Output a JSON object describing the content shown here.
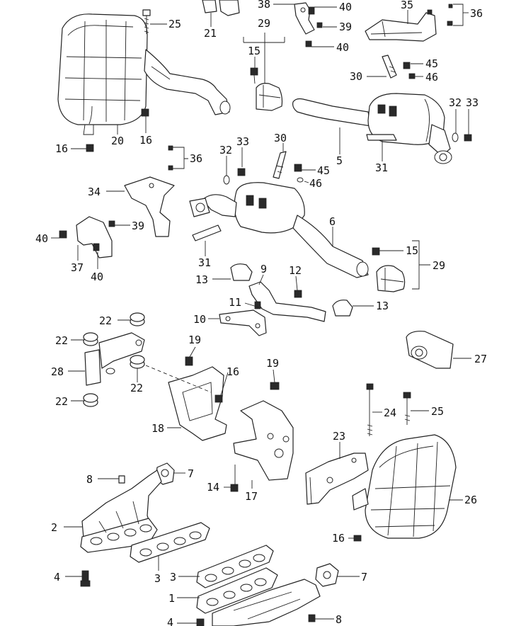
{
  "diagram": {
    "callouts": [
      {
        "id": "c25a",
        "label": "25"
      },
      {
        "id": "c21",
        "label": "21"
      },
      {
        "id": "c38",
        "label": "38"
      },
      {
        "id": "c40a",
        "label": "40"
      },
      {
        "id": "c39a",
        "label": "39"
      },
      {
        "id": "c40b",
        "label": "40"
      },
      {
        "id": "c35",
        "label": "35"
      },
      {
        "id": "c36a",
        "label": "36"
      },
      {
        "id": "c29a",
        "label": "29"
      },
      {
        "id": "c15a",
        "label": "15"
      },
      {
        "id": "c45a",
        "label": "45"
      },
      {
        "id": "c30a",
        "label": "30"
      },
      {
        "id": "c46a",
        "label": "46"
      },
      {
        "id": "c32a",
        "label": "32"
      },
      {
        "id": "c33a",
        "label": "33"
      },
      {
        "id": "c16a",
        "label": "16"
      },
      {
        "id": "c20",
        "label": "20"
      },
      {
        "id": "c16b",
        "label": "16"
      },
      {
        "id": "c5",
        "label": "5"
      },
      {
        "id": "c31a",
        "label": "31"
      },
      {
        "id": "c36b",
        "label": "36"
      },
      {
        "id": "c32b",
        "label": "32"
      },
      {
        "id": "c33b",
        "label": "33"
      },
      {
        "id": "c30b",
        "label": "30"
      },
      {
        "id": "c45b",
        "label": "45"
      },
      {
        "id": "c46b",
        "label": "46"
      },
      {
        "id": "c34",
        "label": "34"
      },
      {
        "id": "c40c",
        "label": "40"
      },
      {
        "id": "c39b",
        "label": "39"
      },
      {
        "id": "c37",
        "label": "37"
      },
      {
        "id": "c40d",
        "label": "40"
      },
      {
        "id": "c6",
        "label": "6"
      },
      {
        "id": "c15b",
        "label": "15"
      },
      {
        "id": "c29b",
        "label": "29"
      },
      {
        "id": "c31b",
        "label": "31"
      },
      {
        "id": "c13a",
        "label": "13"
      },
      {
        "id": "c9",
        "label": "9"
      },
      {
        "id": "c12",
        "label": "12"
      },
      {
        "id": "c11",
        "label": "11"
      },
      {
        "id": "c13b",
        "label": "13"
      },
      {
        "id": "c10",
        "label": "10"
      },
      {
        "id": "c22a",
        "label": "22"
      },
      {
        "id": "c22b",
        "label": "22"
      },
      {
        "id": "c27",
        "label": "27"
      },
      {
        "id": "c19a",
        "label": "19"
      },
      {
        "id": "c16c",
        "label": "16"
      },
      {
        "id": "c28",
        "label": "28"
      },
      {
        "id": "c22c",
        "label": "22"
      },
      {
        "id": "c19b",
        "label": "19"
      },
      {
        "id": "c22d",
        "label": "22"
      },
      {
        "id": "c24",
        "label": "24"
      },
      {
        "id": "c25b",
        "label": "25"
      },
      {
        "id": "c18",
        "label": "18"
      },
      {
        "id": "c23",
        "label": "23"
      },
      {
        "id": "c8a",
        "label": "8"
      },
      {
        "id": "c7a",
        "label": "7"
      },
      {
        "id": "c14",
        "label": "14"
      },
      {
        "id": "c17",
        "label": "17"
      },
      {
        "id": "c26",
        "label": "26"
      },
      {
        "id": "c2",
        "label": "2"
      },
      {
        "id": "c16d",
        "label": "16"
      },
      {
        "id": "c4a",
        "label": "4"
      },
      {
        "id": "c7b",
        "label": "7"
      },
      {
        "id": "c3a",
        "label": "3"
      },
      {
        "id": "c3b",
        "label": "3"
      },
      {
        "id": "c1",
        "label": "1"
      },
      {
        "id": "c8b",
        "label": "8"
      },
      {
        "id": "c4b",
        "label": "4"
      }
    ]
  }
}
